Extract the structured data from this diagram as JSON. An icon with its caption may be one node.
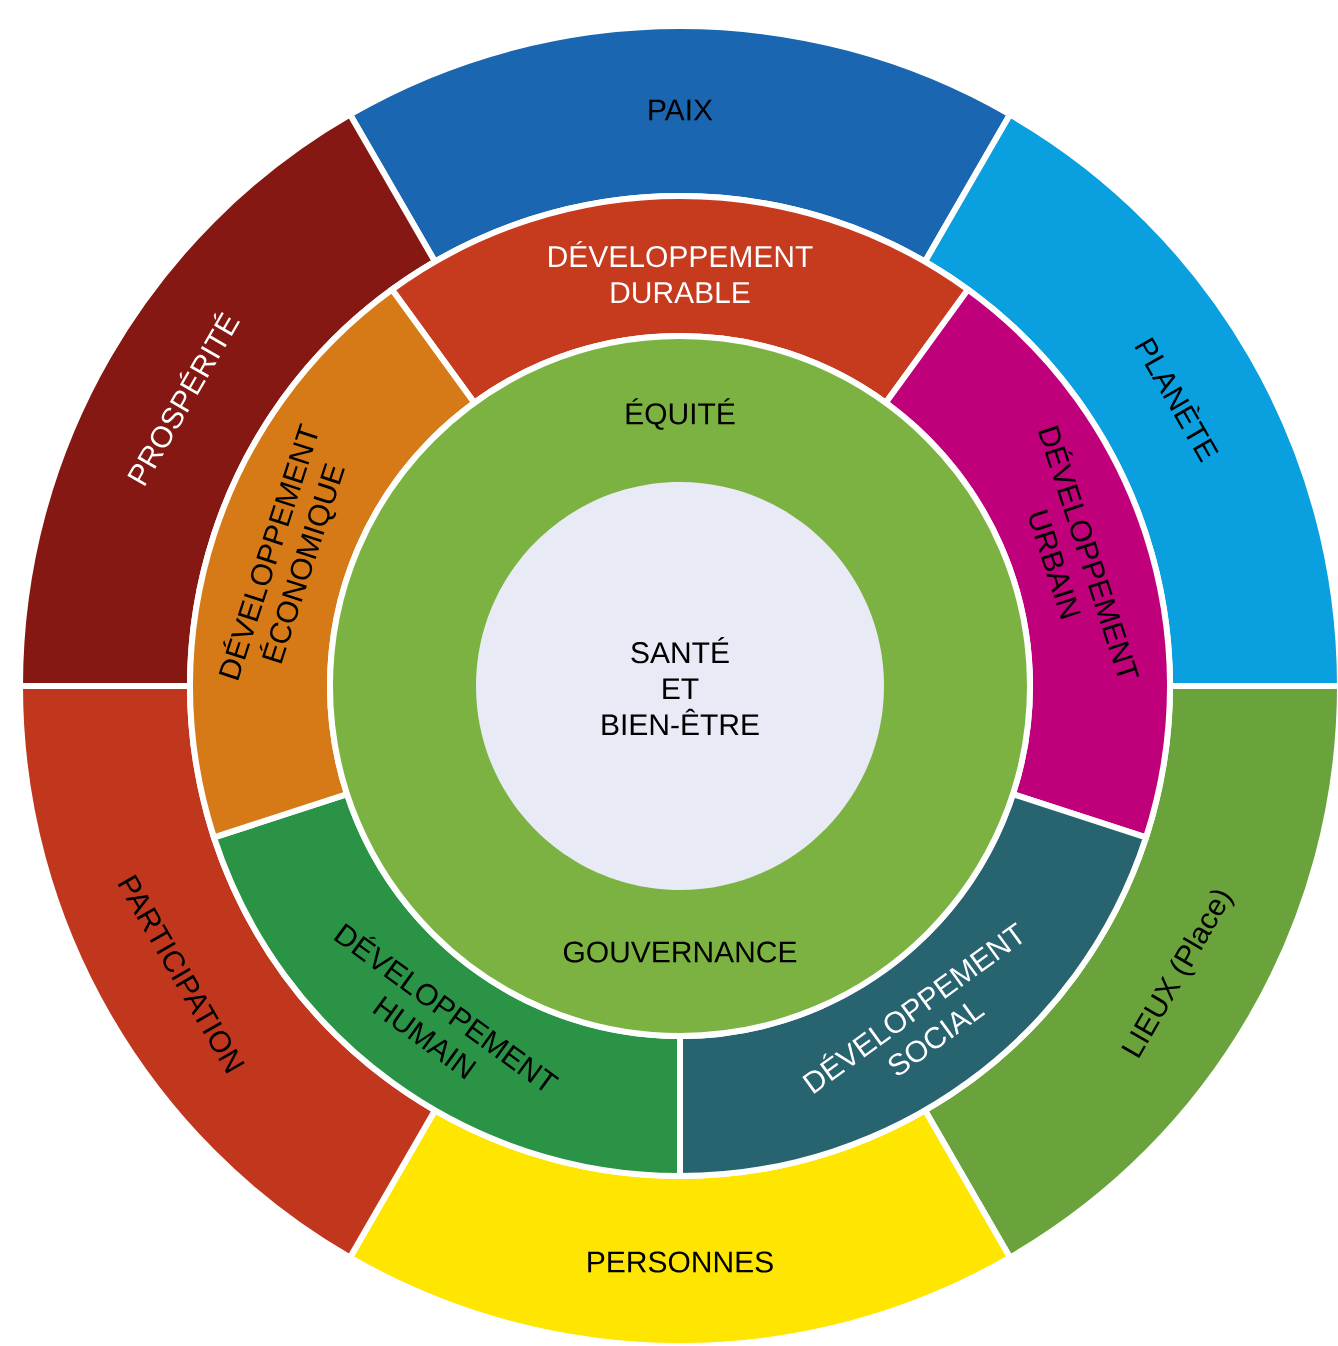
{
  "diagram": {
    "nodes": [
      {
        "text": [
          "PAIX"
        ]
      },
      {
        "text": [
          "PLANÈTE"
        ]
      },
      {
        "text": [
          "LIEUX (Place)"
        ]
      },
      {
        "text": [
          "PERSONNES"
        ]
      },
      {
        "text": [
          "PARTICIPATION"
        ]
      },
      {
        "text": [
          "PROSPÉRITÉ"
        ]
      },
      {
        "text": [
          "DÉVELOPPEMENT DURABLE"
        ]
      },
      {
        "text": [
          "DÉVELOPPEMENT URBAIN"
        ]
      },
      {
        "text": [
          "DÉVELOPPEMENT SOCIAL"
        ]
      },
      {
        "text": [
          "DÉVELOPPEMENT HUMAIN"
        ]
      },
      {
        "text": [
          "DÉVELOPPEMENT ÉCONOMIQUE"
        ]
      },
      {
        "text": [
          "ÉQUITÉ",
          "GOUVERNANCE"
        ]
      },
      {
        "text": [
          "SANTÉ ET BIEN-ÊTRE"
        ],
        "in": 11
      }
    ]
  }
}
